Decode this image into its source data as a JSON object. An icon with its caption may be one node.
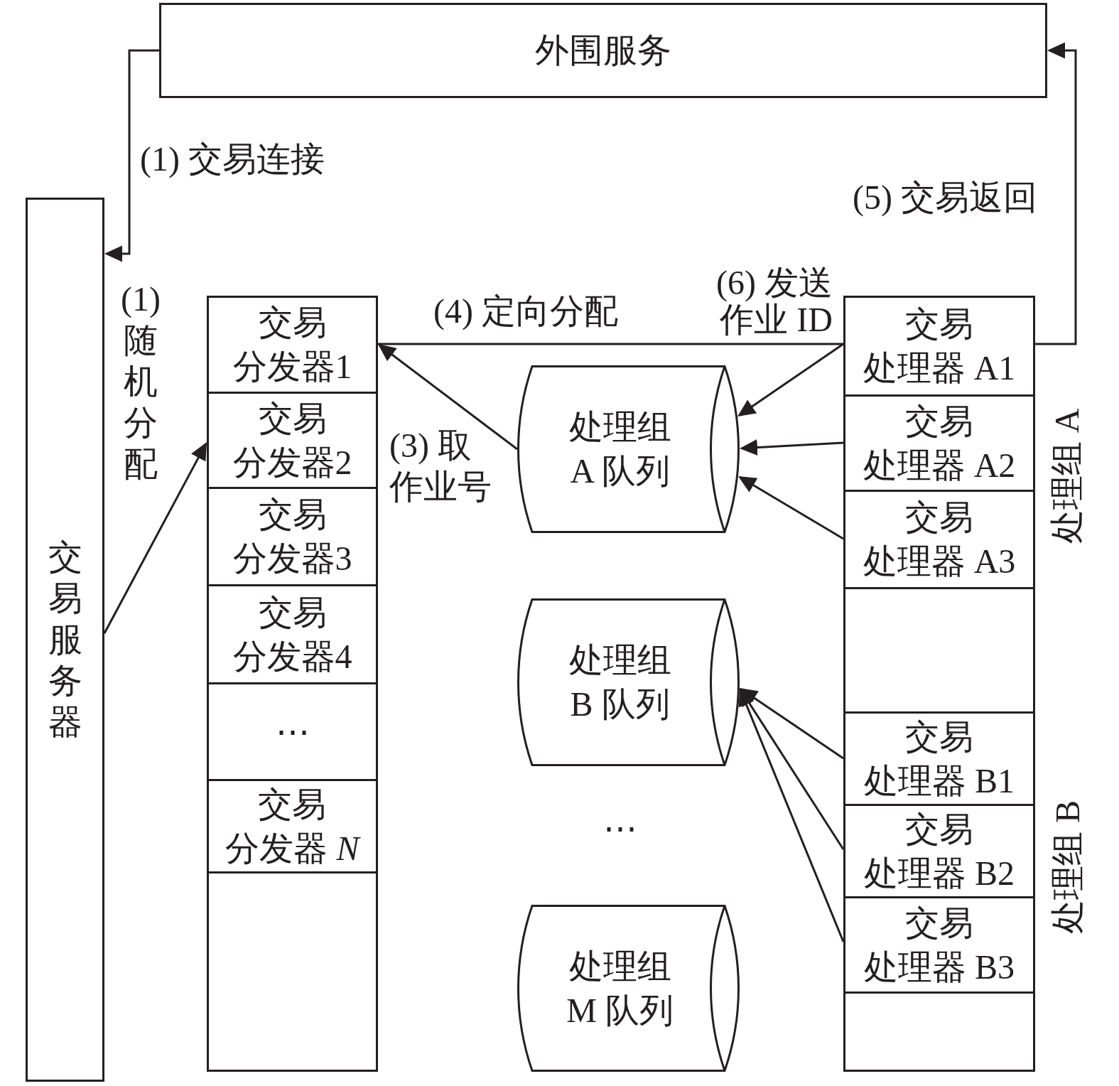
{
  "diagram": {
    "nodes": [
      {
        "text": [
          "外围服务"
        ]
      },
      {
        "text": [
          "交易服务器"
        ]
      },
      {
        "text": [],
        "shape": "box"
      },
      {
        "text": [
          "交易分发器1"
        ],
        "in": 2
      },
      {
        "text": [
          "交易分发器2"
        ],
        "in": 2
      },
      {
        "text": [
          "交易分发器3"
        ],
        "in": 2
      },
      {
        "text": [
          "交易分发器4"
        ],
        "in": 2
      },
      {
        "text": [
          "⋯"
        ],
        "in": 2
      },
      {
        "text": [
          "交易分发器 *N*"
        ],
        "in": 2
      },
      {
        "text": [
          "处理组A 队列"
        ]
      },
      {
        "text": [
          "处理组B 队列"
        ]
      },
      {
        "text": [
          "处理组M 队列"
        ]
      },
      {
        "text": [],
        "shape": "box"
      },
      {
        "text": [
          "交易处理器 A1"
        ],
        "in": 12
      },
      {
        "text": [
          "交易处理器 A2"
        ],
        "in": 12
      },
      {
        "text": [
          "交易处理器 A3"
        ],
        "in": 12
      },
      {
        "text": [
          "交易处理器 B1"
        ],
        "in": 12
      },
      {
        "text": [
          "交易处理器 B2"
        ],
        "in": 12
      },
      {
        "text": [
          "交易处理器 B3"
        ],
        "in": 12
      }
    ],
    "edges": [
      {
        "from": 0,
        "to": 1,
        "arrow": "to",
        "label": "(1) 交易连接"
      },
      {
        "from": 1,
        "to": 4,
        "arrow": "to",
        "label": "(1)随机分配"
      },
      {
        "from": 9,
        "to": 3,
        "arrow": "to",
        "label": "(3) 取作业号"
      },
      {
        "from": 3,
        "to": 13,
        "arrow": "none",
        "label": "(4) 定向分配"
      },
      {
        "from": 13,
        "to": 0,
        "arrow": "to",
        "label": "(5) 交易返回"
      },
      {
        "from": 13,
        "to": 9,
        "arrow": "to",
        "label": "(6) 发送作业 ID"
      },
      {
        "from": 14,
        "to": 9,
        "arrow": "to"
      },
      {
        "from": 15,
        "to": 9,
        "arrow": "to"
      },
      {
        "from": 16,
        "to": 10,
        "arrow": "to"
      },
      {
        "from": 17,
        "to": 10,
        "arrow": "to"
      },
      {
        "from": 18,
        "to": 10,
        "arrow": "to"
      }
    ],
    "labels": [
      "处理组 A",
      "⋯",
      "处理组 B"
    ]
  }
}
